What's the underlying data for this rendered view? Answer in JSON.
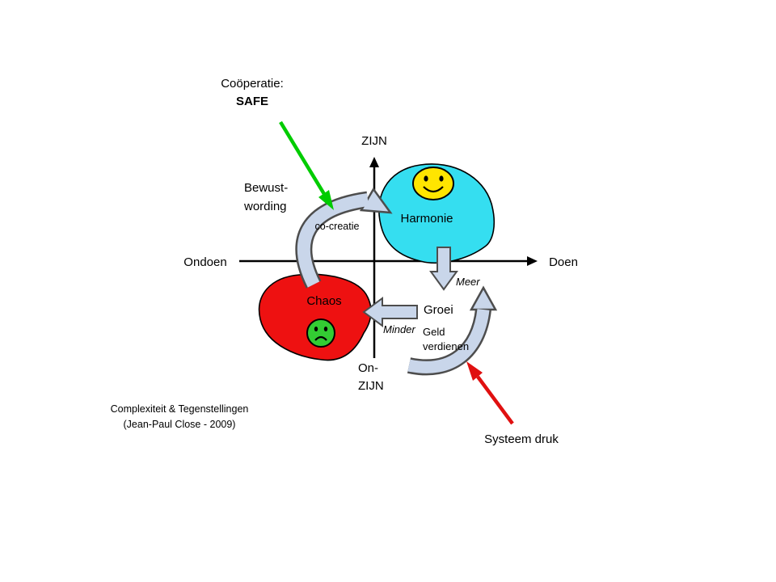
{
  "labels": {
    "cooperation_line1": "Coöperatie:",
    "cooperation_line2": "SAFE",
    "axis_top": "ZIJN",
    "axis_bottom_line1": "On-",
    "axis_bottom_line2": "ZIJN",
    "axis_left": "Ondoen",
    "axis_right": "Doen",
    "awareness_line1": "Bewust-",
    "awareness_line2": "wording",
    "cocreation": "co-creatie",
    "harmony": "Harmonie",
    "chaos": "Chaos",
    "more": "Meer",
    "growth": "Groei",
    "less": "Minder",
    "money_line1": "Geld",
    "money_line2": "verdienen",
    "credit_line1": "Complexiteit & Tegenstellingen",
    "credit_line2": "(Jean-Paul Close - 2009)",
    "system_pressure": "Systeem druk"
  },
  "colors": {
    "harmony_fill": "#35DEF0",
    "chaos_fill": "#EE1111",
    "smiley_fill": "#FFE500",
    "frowny_fill": "#33CC33",
    "arrow_fill": "#C9D6EA",
    "arrow_stroke": "#4D4D4D",
    "green_arrow": "#00CC00",
    "red_arrow": "#E01010",
    "axis": "#000000"
  }
}
